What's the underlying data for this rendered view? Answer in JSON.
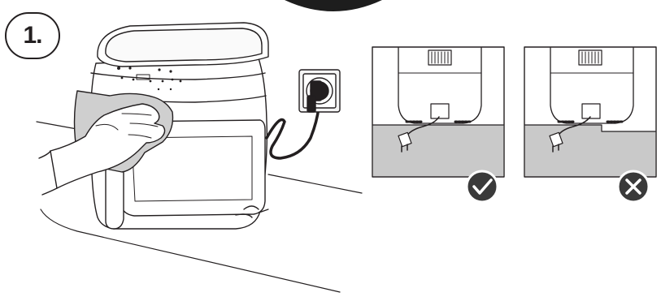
{
  "step": {
    "number": "1."
  },
  "panels": [
    {
      "id": "correct",
      "status": "ok",
      "icon": "check-icon",
      "color": "#3a3a3a"
    },
    {
      "id": "incorrect",
      "status": "wrong",
      "icon": "cross-icon",
      "color": "#3a3a3a"
    }
  ],
  "colors": {
    "line": "#231f20",
    "surface_gray": "#c9c9c9",
    "panel_bg": "#f2f2f2"
  }
}
